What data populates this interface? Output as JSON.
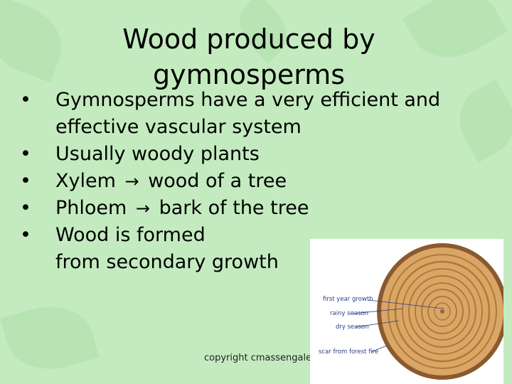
{
  "slide": {
    "title": "Wood produced by gymnosperms",
    "bullets": [
      {
        "text": "Gymnosperms have a very efficient and\neffective vascular system"
      },
      {
        "text": "Usually woody plants"
      },
      {
        "pre": "Xylem",
        "arrow": "→",
        "post": "wood of a tree"
      },
      {
        "pre": "Phloem",
        "arrow": "→",
        "post": "bark of the tree"
      },
      {
        "text": "Wood is formed\nfrom secondary growth"
      }
    ],
    "copyright": "copyright cmassengale",
    "image": {
      "labels": [
        "first year growth",
        "rainy season",
        "dry season",
        "scar from forest fire"
      ]
    }
  },
  "colors": {
    "background": "#c4ebc0",
    "leaf": "#b2e0ad",
    "wood": "#d9a665",
    "bark": "#8a5a2e",
    "label": "#2c3e8a"
  }
}
